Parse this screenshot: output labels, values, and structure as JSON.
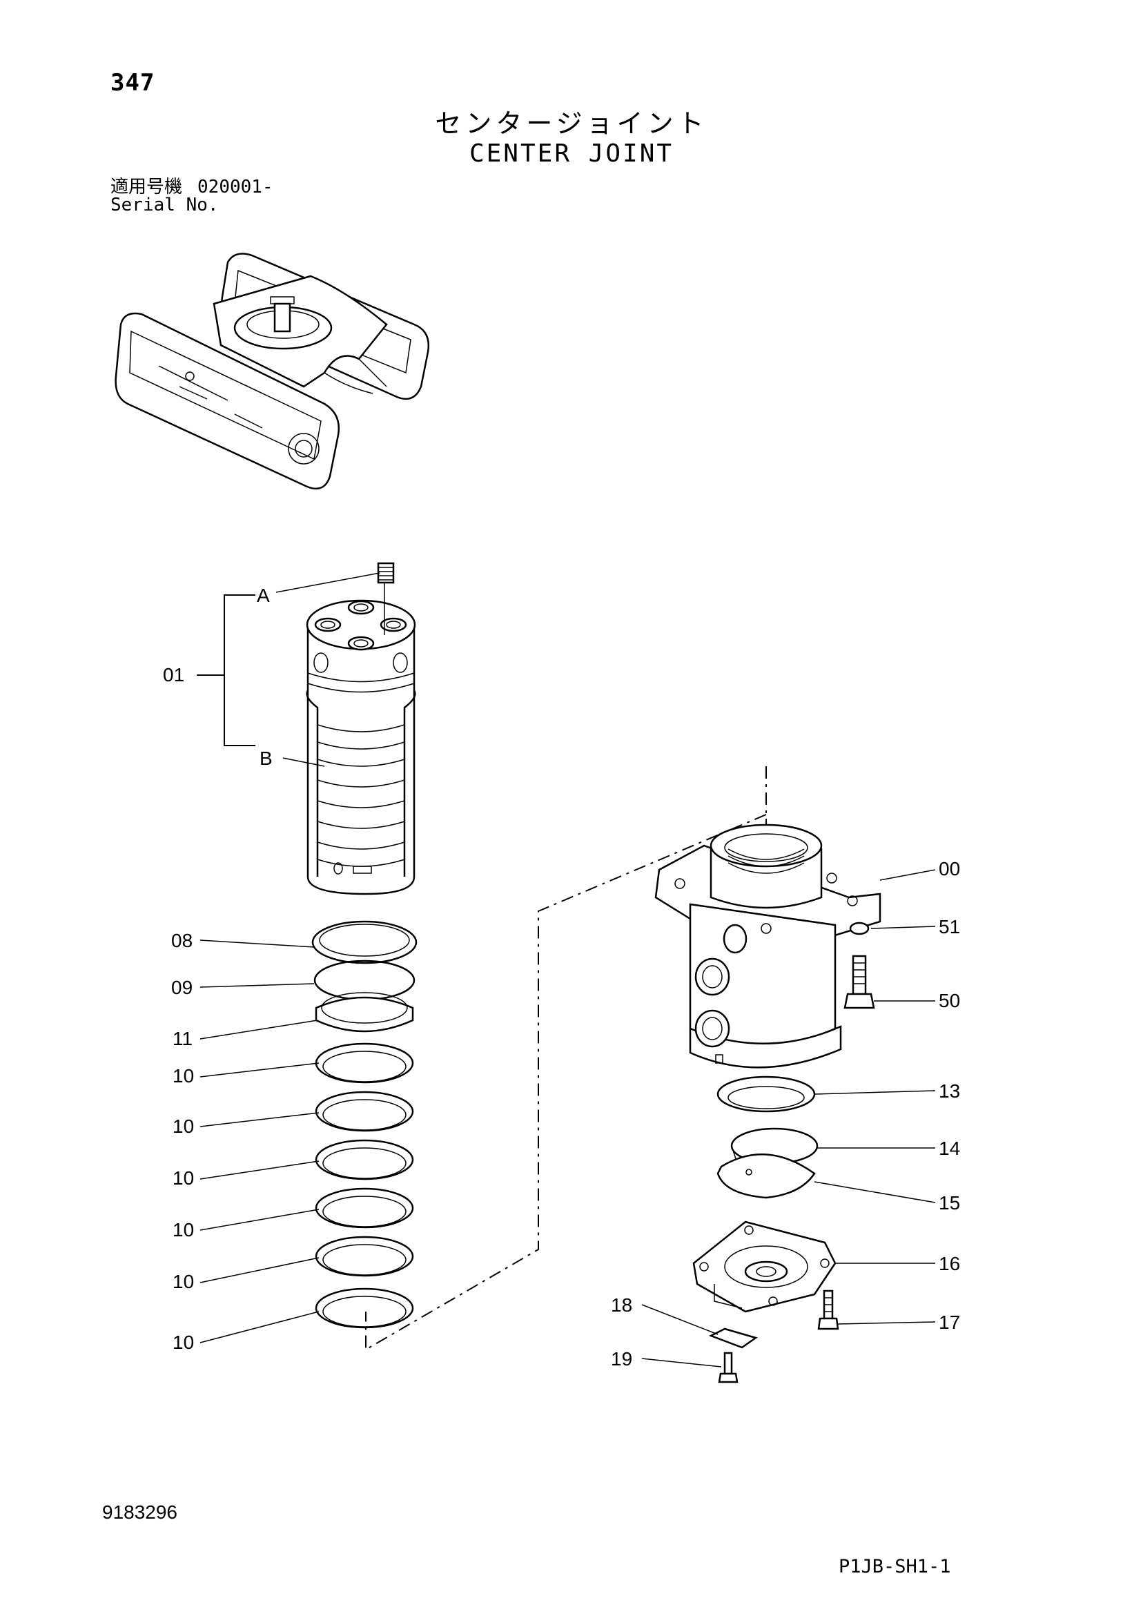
{
  "page_number": "347",
  "title": {
    "japanese": "センタージョイント",
    "english": "CENTER JOINT"
  },
  "serial": {
    "label_ja": "適用号機",
    "label_en": "Serial No.",
    "value": "020001-"
  },
  "callouts": [
    {
      "id": "A",
      "text": "A"
    },
    {
      "id": "B",
      "text": "B"
    },
    {
      "id": "01",
      "text": "01"
    },
    {
      "id": "08",
      "text": "08"
    },
    {
      "id": "09",
      "text": "09"
    },
    {
      "id": "11",
      "text": "11"
    },
    {
      "id": "10a",
      "text": "10"
    },
    {
      "id": "10b",
      "text": "10"
    },
    {
      "id": "10c",
      "text": "10"
    },
    {
      "id": "10d",
      "text": "10"
    },
    {
      "id": "10e",
      "text": "10"
    },
    {
      "id": "10f",
      "text": "10"
    },
    {
      "id": "00",
      "text": "00"
    },
    {
      "id": "51",
      "text": "51"
    },
    {
      "id": "50",
      "text": "50"
    },
    {
      "id": "13",
      "text": "13"
    },
    {
      "id": "14",
      "text": "14"
    },
    {
      "id": "15",
      "text": "15"
    },
    {
      "id": "16",
      "text": "16"
    },
    {
      "id": "17",
      "text": "17"
    },
    {
      "id": "18",
      "text": "18"
    },
    {
      "id": "19",
      "text": "19"
    }
  ],
  "document_number": "9183296",
  "sheet_code": "P1JB-SH1-1"
}
